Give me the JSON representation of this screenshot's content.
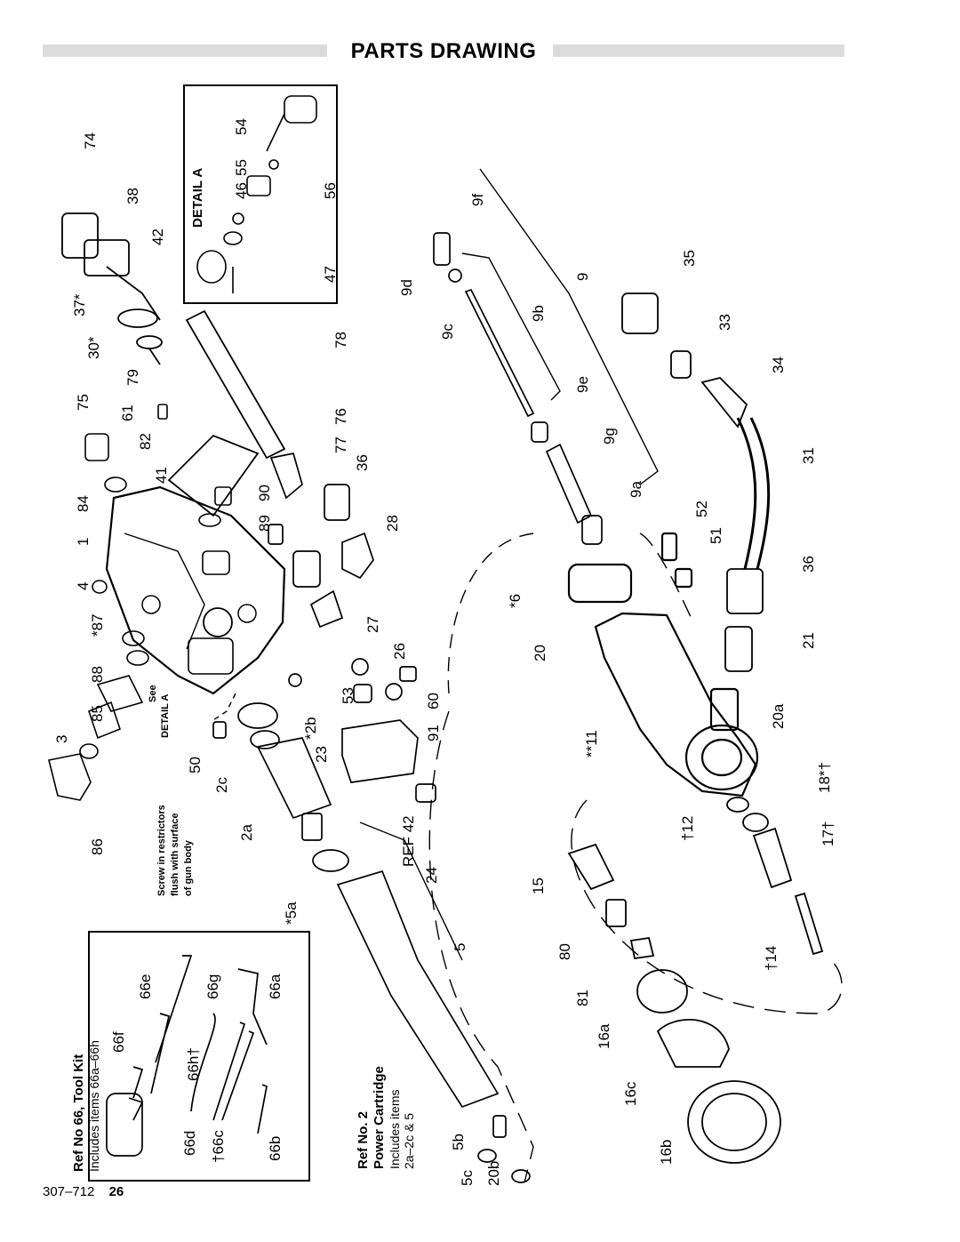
{
  "header": {
    "title": "PARTS DRAWING"
  },
  "footer": {
    "doc_number": "307–712",
    "page_number": "26"
  },
  "detail_a": {
    "title": "DETAIL A"
  },
  "tool_kit": {
    "title": "Ref No 66, Tool Kit",
    "subtitle": "Includes items 66a–66h"
  },
  "power_cartridge": {
    "title1": "Ref No. 2",
    "title2": "Power Cartridge",
    "sub1": "Includes items",
    "sub2": "2a–2c & 5"
  },
  "note": {
    "line1": "Screw in restrictors",
    "line2": "flush with surface",
    "line3": "of gun body"
  },
  "see_detail": {
    "line1": "See",
    "line2": "DETAIL A"
  },
  "ref_42": "REF 42",
  "labels": [
    "74",
    "38",
    "42",
    "37*",
    "30*",
    "79",
    "75",
    "61",
    "82",
    "84",
    "41",
    "1",
    "4",
    "*87",
    "88",
    "85",
    "3",
    "86",
    "54",
    "55",
    "46",
    "56",
    "47",
    "78",
    "76",
    "77",
    "90",
    "89",
    "36",
    "28",
    "27",
    "26",
    "53",
    "*2b",
    "50",
    "2c",
    "2a",
    "91",
    "60",
    "23",
    "24",
    "*5a",
    "5",
    "5b",
    "5c",
    "20b",
    "9f",
    "9",
    "9d",
    "9c",
    "9b",
    "9e",
    "9g",
    "9a",
    "52",
    "51",
    "*6",
    "20",
    "**11",
    "35",
    "33",
    "34",
    "31",
    "36",
    "21",
    "20a",
    "18*†",
    "†12",
    "17†",
    "15",
    "80",
    "81",
    "16a",
    "16c",
    "16b",
    "†14",
    "66e",
    "66g",
    "66a",
    "66f",
    "66h†",
    "66d",
    "†66c",
    "66b"
  ]
}
